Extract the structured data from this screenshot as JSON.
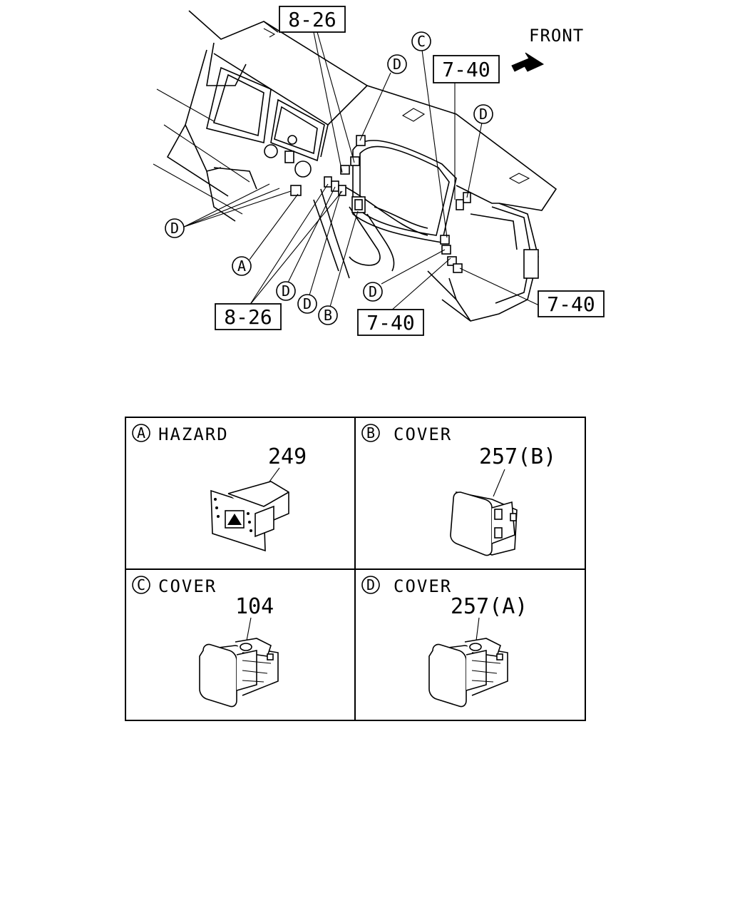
{
  "overview": {
    "direction_label": "FRONT",
    "refs": {
      "ref_top": "8-26",
      "ref_bottom_left": "8-26",
      "ref_top_right": "7-40",
      "ref_right": "7-40",
      "ref_bottom_center": "7-40"
    },
    "callouts": {
      "a": "A",
      "b": "B",
      "c": "C",
      "d": "D"
    }
  },
  "parts_table": [
    {
      "letter": "A",
      "title": "HAZARD",
      "part_number": "249"
    },
    {
      "letter": "B",
      "title": "COVER",
      "part_number": "257(B)"
    },
    {
      "letter": "C",
      "title": "COVER",
      "part_number": "104"
    },
    {
      "letter": "D",
      "title": "COVER",
      "part_number": "257(A)"
    }
  ]
}
